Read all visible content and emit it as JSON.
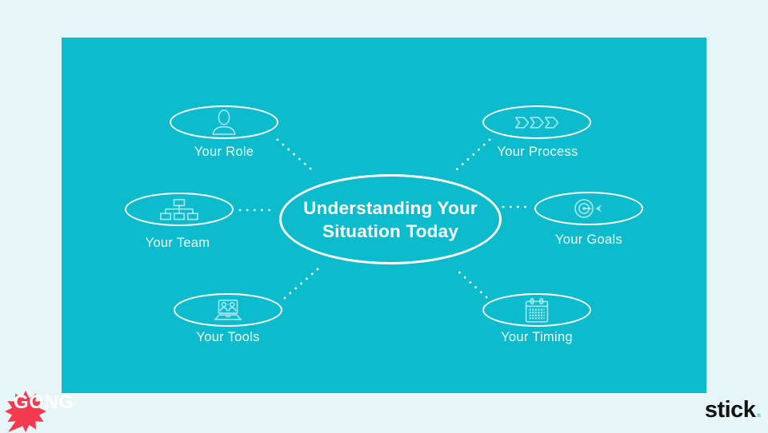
{
  "slide": {
    "center": {
      "title_line1": "Understanding Your",
      "title_line2": "Situation Today"
    },
    "nodes": [
      {
        "id": "role",
        "label": "Your Role",
        "icon": "user-icon"
      },
      {
        "id": "process",
        "label": "Your Process",
        "icon": "process-steps-icon"
      },
      {
        "id": "team",
        "label": "Your Team",
        "icon": "org-chart-icon"
      },
      {
        "id": "goals",
        "label": "Your Goals",
        "icon": "target-arrow-icon"
      },
      {
        "id": "tools",
        "label": "Your Tools",
        "icon": "laptop-video-call-icon"
      },
      {
        "id": "timing",
        "label": "Your Timing",
        "icon": "calendar-icon"
      }
    ]
  },
  "branding": {
    "left_logo": "GONG",
    "right_logo": "stick",
    "right_logo_dot": "."
  },
  "colors": {
    "canvas_bg": "#e6f6f9",
    "panel_bg": "#0cbccd",
    "node_stroke": "#ffffff",
    "gong_red": "#f43a51",
    "stick_text": "#121212",
    "stick_dot": "#85d8e2"
  }
}
